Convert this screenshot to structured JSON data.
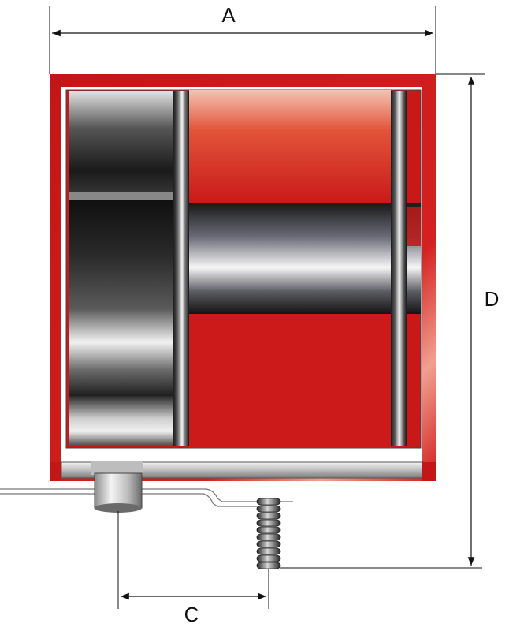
{
  "labels": {
    "width": "A",
    "height": "D",
    "offset": "C"
  },
  "colors": {
    "housing_red": "#d01c1c",
    "dimension_line": "#111111",
    "background": "#ffffff"
  }
}
